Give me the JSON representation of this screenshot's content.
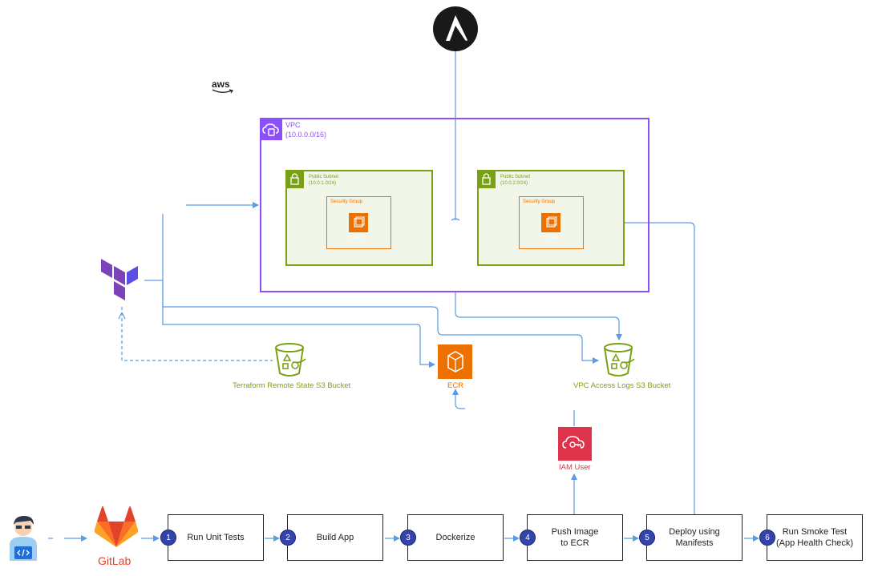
{
  "vpc": {
    "title": "VPC",
    "cidr": "(10.0.0.0/16)"
  },
  "subnets": [
    {
      "title": "Public Subnet",
      "cidr": "(10.0.1.0/24)",
      "sg_label": "Security Group",
      "instance_label": "Bastion Host"
    },
    {
      "title": "Public Subnet",
      "cidr": "(10.0.2.0/24)",
      "sg_label": "Security Group",
      "instance_label": "EKS Node"
    }
  ],
  "aws_logo_text": "aws",
  "gitlab_label": "GitLab",
  "services": {
    "terraform_bucket": "Terraform Remote State S3 Bucket",
    "ecr": "ECR",
    "vpc_logs_bucket": "VPC Access Logs S3 Bucket",
    "iam_user": "IAM User"
  },
  "steps": [
    {
      "num": "1",
      "label": "Run Unit Tests"
    },
    {
      "num": "2",
      "label": "Build App"
    },
    {
      "num": "3",
      "label": "Dockerize"
    },
    {
      "num": "4",
      "label": "Push Image\nto ECR"
    },
    {
      "num": "5",
      "label": "Deploy using\nManifests"
    },
    {
      "num": "6",
      "label": "Run Smoke Test\n(App Health Check)"
    }
  ],
  "colors": {
    "vpc": "#8c4fff",
    "subnet": "#7aa116",
    "security_group": "#ed7100",
    "arrow": "#5a9be6",
    "iam": "#dd344c",
    "terraform": "#7b42bc",
    "step_number": "#3344aa"
  }
}
